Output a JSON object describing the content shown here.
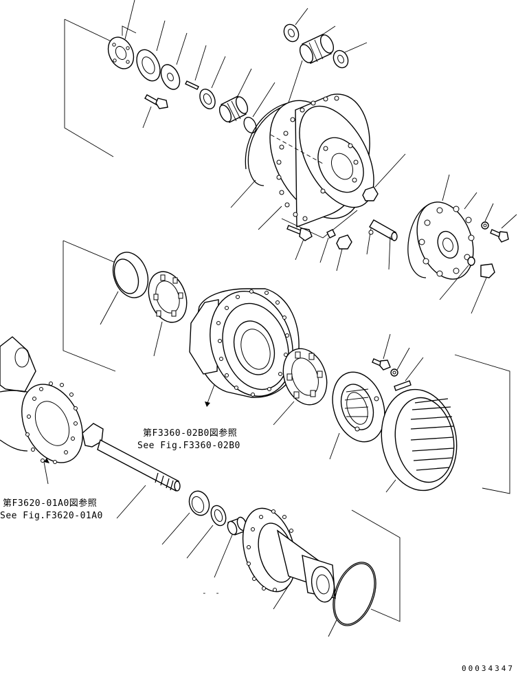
{
  "references": [
    {
      "jp": "第F3360-02B0図参照",
      "en": "See Fig.F3360-02B0"
    },
    {
      "jp": "第F3620-01A0図参照",
      "en": "See Fig.F3620-01A0"
    }
  ],
  "illustration_id": "00034347",
  "small_mark": "- -"
}
